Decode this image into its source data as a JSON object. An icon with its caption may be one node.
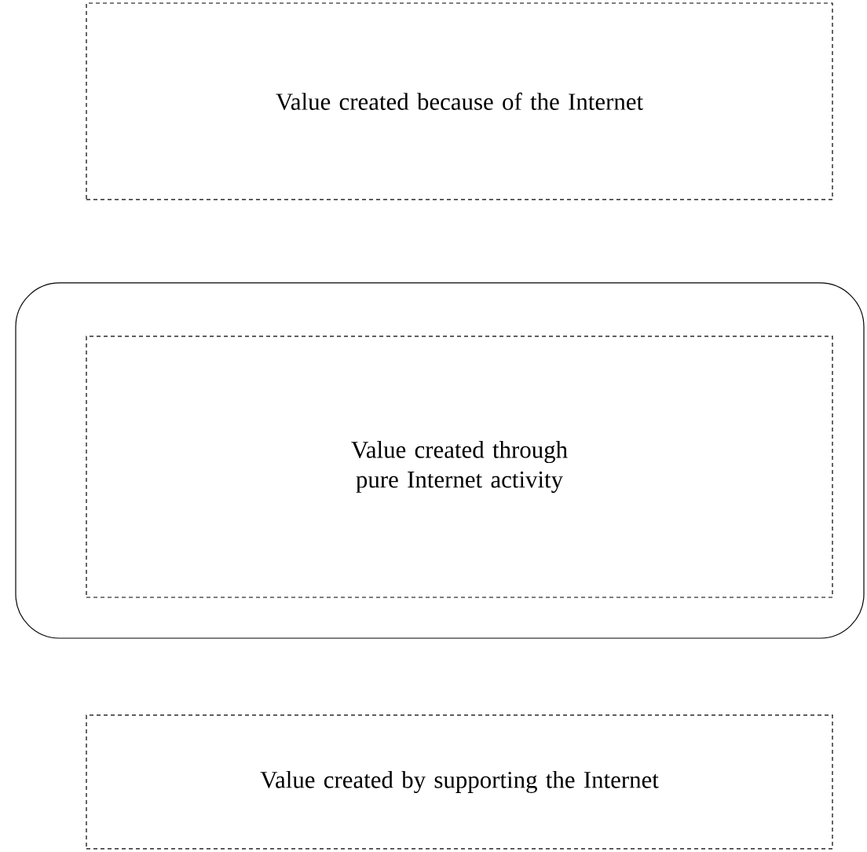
{
  "diagram": {
    "nodes": [
      {
        "text": [
          "Value created because of the Internet"
        ]
      },
      {
        "text": [],
        "shape": "box"
      },
      {
        "text": [
          "Value created through pure Internet activity"
        ],
        "in": 1
      },
      {
        "text": [
          "Value created by supporting the Internet"
        ]
      }
    ]
  }
}
